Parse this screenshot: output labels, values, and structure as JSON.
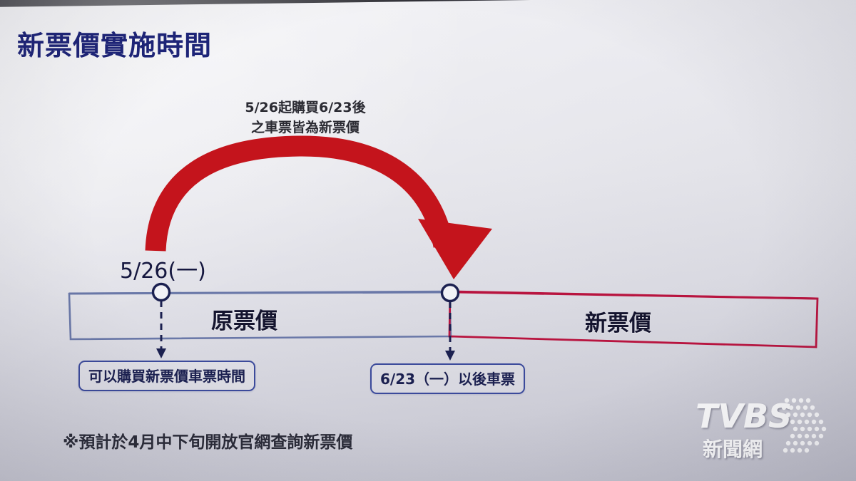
{
  "slide": {
    "title": "新票價實施時間",
    "footnote": "※預計於4月中下旬開放官網查詢新票價"
  },
  "annotation": {
    "line1": "5/26起購買6/23後",
    "line2": "之車票皆為新票價"
  },
  "timeline": {
    "start_date_label": "5/26(一)",
    "old_fare_band": "原票價",
    "new_fare_band": "新票價",
    "callout_left": "可以購買新票價車票時間",
    "callout_right": "6/23（一）以後車票"
  },
  "watermark": {
    "brand": "TVBS",
    "sub": "新聞網"
  },
  "colors": {
    "title_navy": "#1d2478",
    "arrow_red": "#c4141c",
    "band_blue": "#6a78a8",
    "band_red": "#b8143f",
    "marker_navy": "#1b2050",
    "pill_border": "#3b4a9b",
    "background_top": "#e8e8ee",
    "background_bottom": "#c9c9d4"
  }
}
